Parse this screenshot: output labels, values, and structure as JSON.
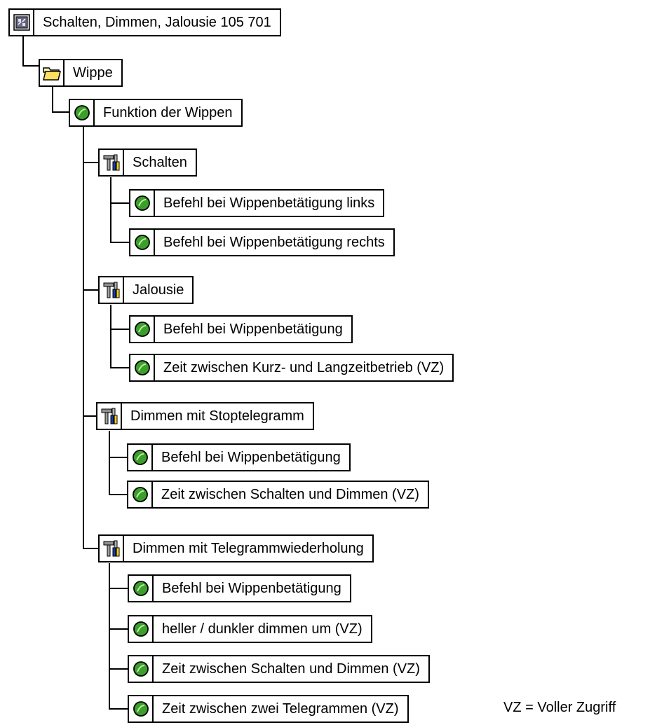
{
  "root": {
    "label": "Schalten, Dimmen, Jalousie 105 701",
    "icon": "device-icon"
  },
  "folder": {
    "label": "Wippe",
    "icon": "folder-icon"
  },
  "function": {
    "label": "Funktion der Wippen",
    "icon": "parameter-icon"
  },
  "groups": [
    {
      "label": "Schalten",
      "icon": "tools-icon",
      "items": [
        "Befehl bei Wippenbetätigung links",
        "Befehl bei Wippenbetätigung rechts"
      ]
    },
    {
      "label": "Jalousie",
      "icon": "tools-icon",
      "items": [
        "Befehl bei Wippenbetätigung",
        "Zeit zwischen Kurz- und Langzeitbetrieb (VZ)"
      ]
    },
    {
      "label": "Dimmen mit Stoptelegramm",
      "icon": "tools-icon",
      "items": [
        "Befehl bei Wippenbetätigung",
        "Zeit zwischen Schalten und Dimmen (VZ)"
      ]
    },
    {
      "label": "Dimmen mit Telegrammwiederholung",
      "icon": "tools-icon",
      "items": [
        "Befehl bei Wippenbetätigung",
        "heller / dunkler dimmen um (VZ)",
        "Zeit zwischen Schalten und Dimmen (VZ)",
        "Zeit zwischen zwei Telegrammen (VZ)"
      ]
    }
  ],
  "legend": "VZ = Voller Zugriff",
  "colors": {
    "line": "#000000",
    "leaf_green": "#3aa02a",
    "folder_yellow": "#ffe060"
  }
}
